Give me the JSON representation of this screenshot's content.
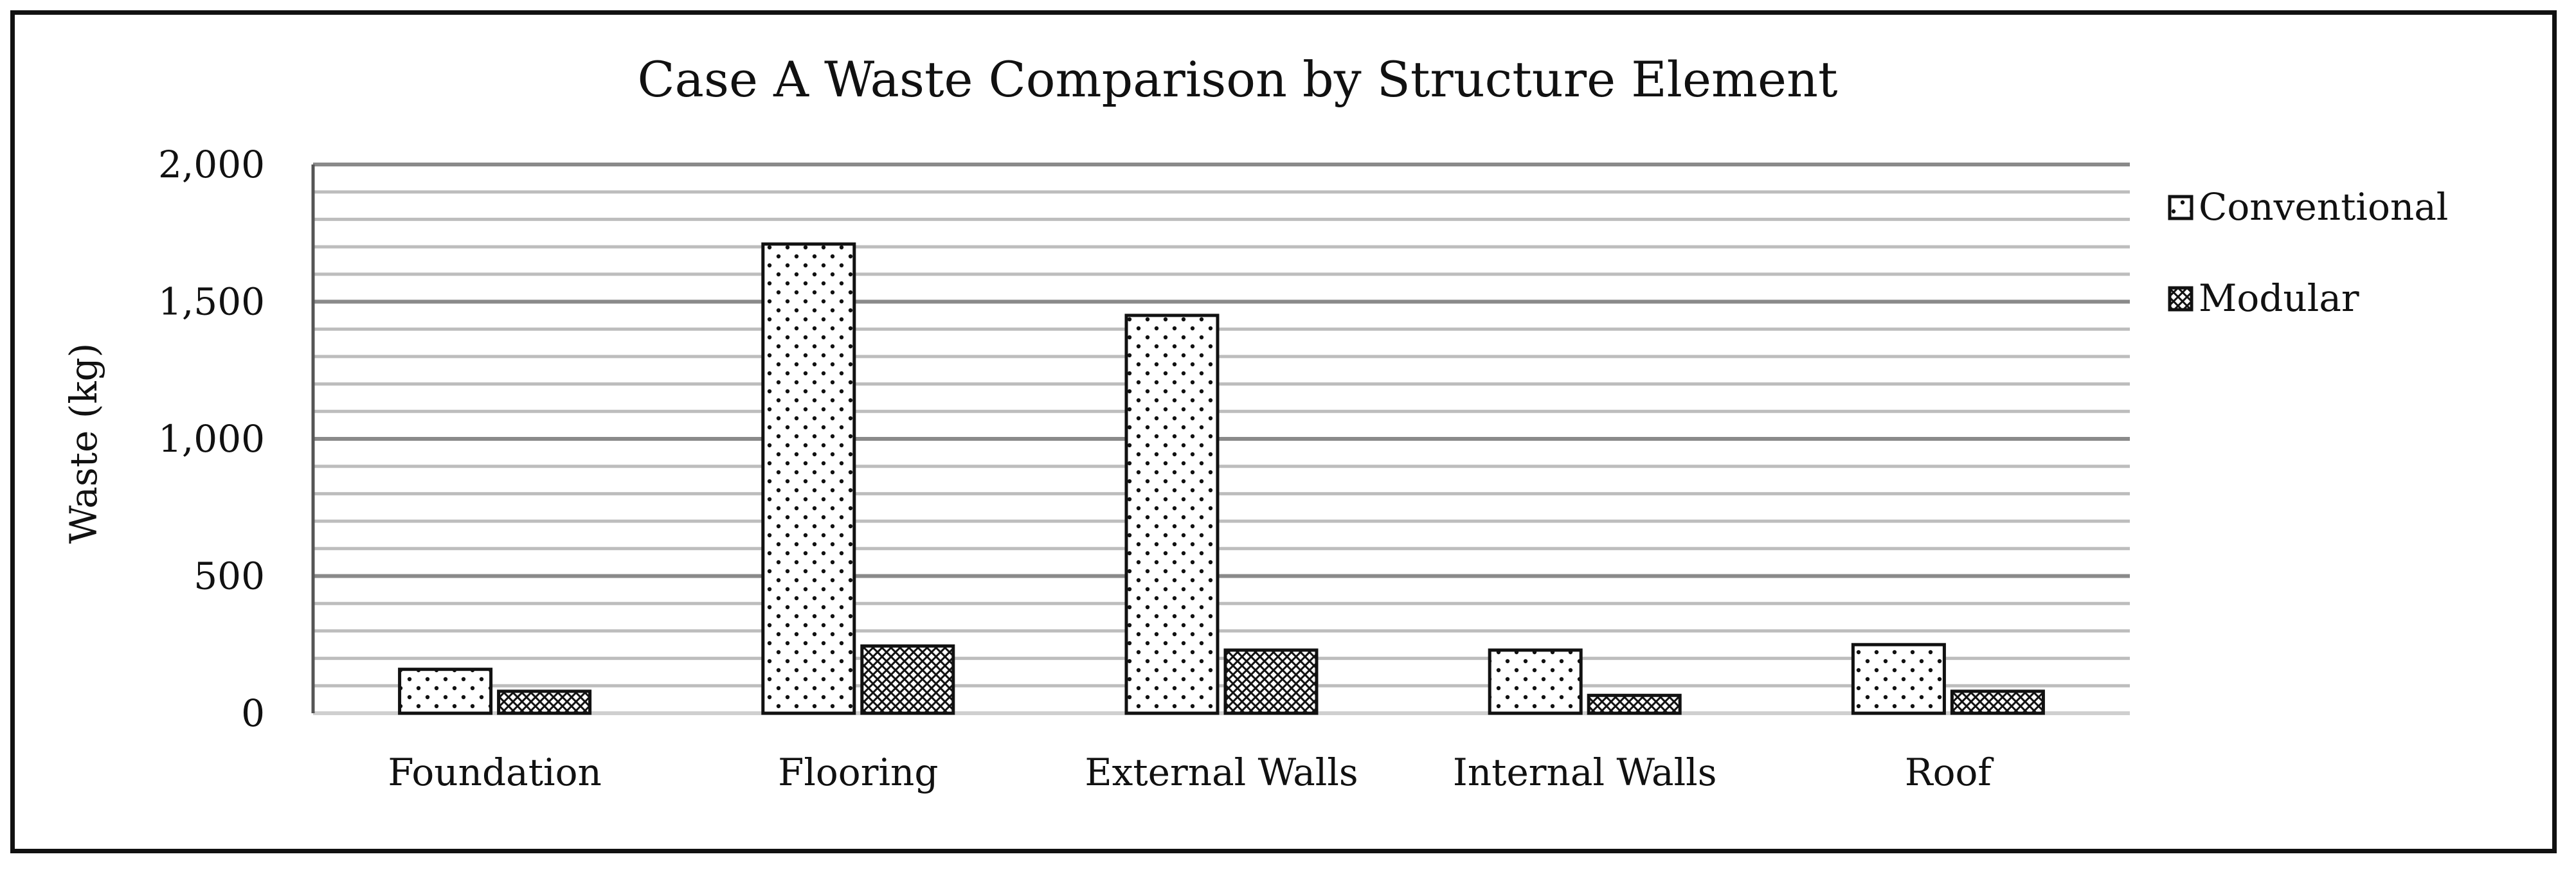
{
  "chart_data": {
    "type": "bar",
    "title": "Case A Waste Comparison by Structure Element",
    "xlabel": "",
    "ylabel": "Waste (kg)",
    "ylim": [
      0,
      2000
    ],
    "yticks": [
      0,
      500,
      1000,
      1500,
      2000
    ],
    "ytick_labels": [
      "0",
      "500",
      "1,000",
      "1,500",
      "2,000"
    ],
    "minor_grid_step": 100,
    "grid": true,
    "legend_position": "right",
    "categories": [
      "Foundation",
      "Flooring",
      "External Walls",
      "Internal Walls",
      "Roof"
    ],
    "series": [
      {
        "name": "Conventional",
        "pattern": "dots",
        "values": [
          160,
          1710,
          1450,
          230,
          250
        ]
      },
      {
        "name": "Modular",
        "pattern": "crosshatch",
        "values": [
          80,
          245,
          230,
          65,
          80
        ]
      }
    ]
  }
}
